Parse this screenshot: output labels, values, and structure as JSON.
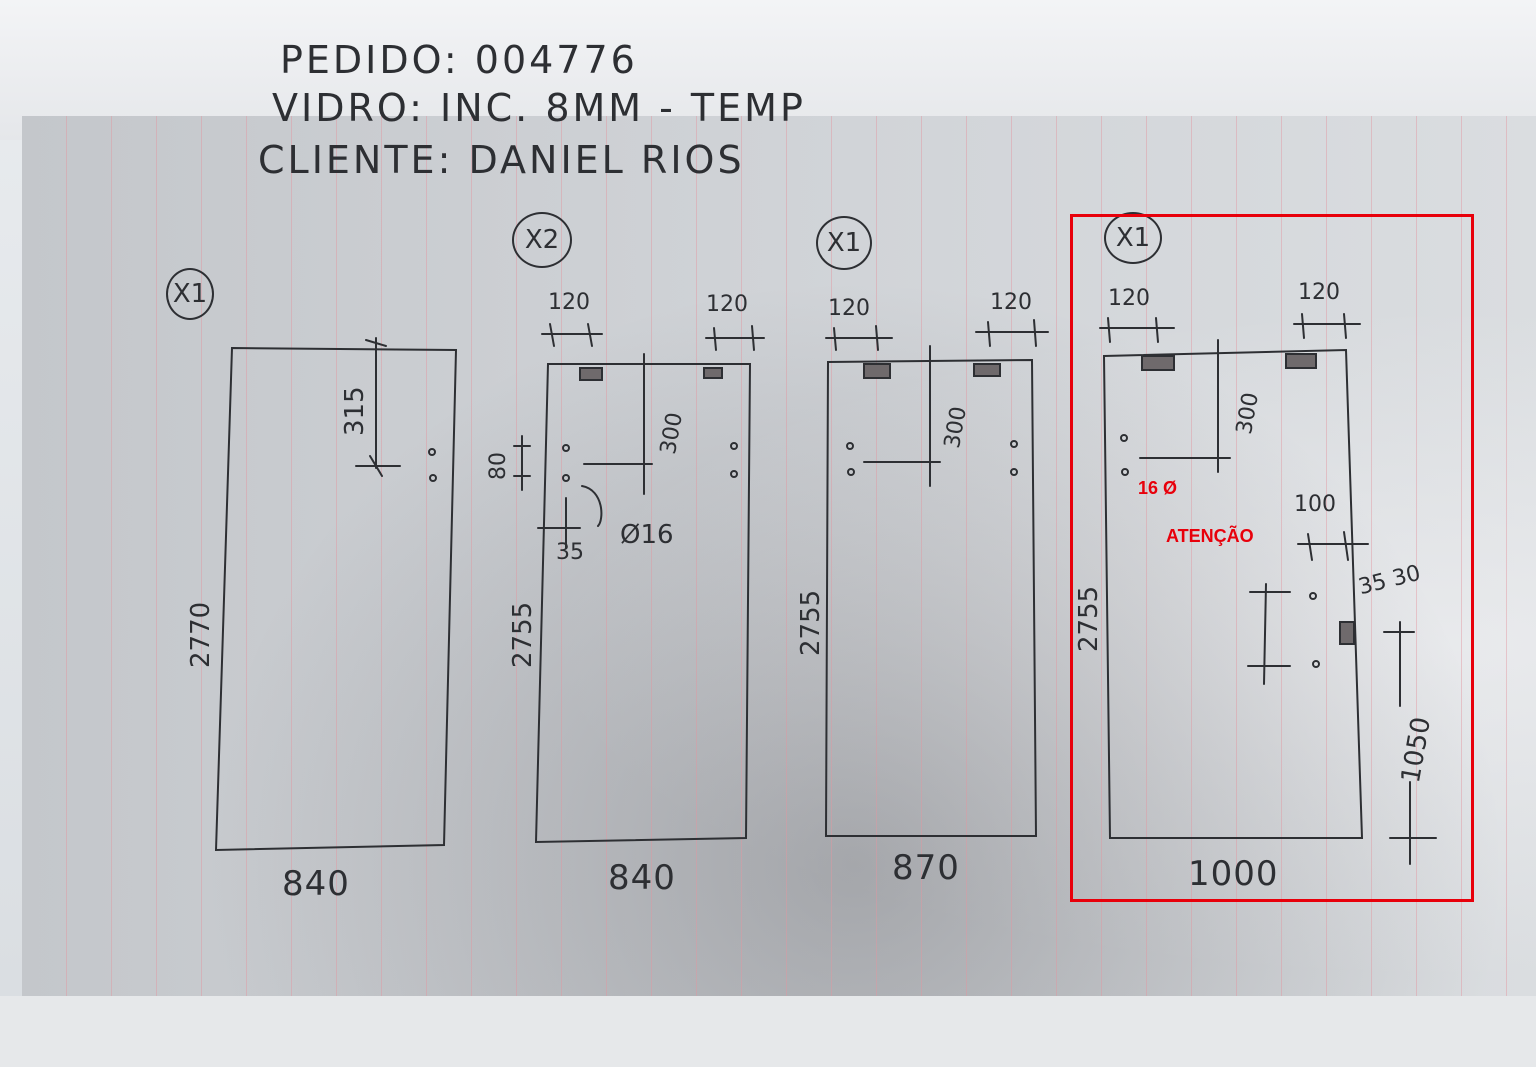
{
  "header": {
    "pedido": "PEDIDO: 004776",
    "vidro": "VIDRO: INC. 8MM - TEMP",
    "cliente": "CLIENTE: DANIEL RIOS"
  },
  "pieces": [
    {
      "qty": "X1",
      "height": "2770",
      "width": "840",
      "hole_offset": "315"
    },
    {
      "qty": "X2",
      "height": "2755",
      "width": "840",
      "left_notch": "120",
      "right_notch": "120",
      "top_offset": "300",
      "hole_spacing": "80",
      "edge_offset": "35",
      "hole_diameter": "Ø16"
    },
    {
      "qty": "X1",
      "height": "2755",
      "width": "870",
      "left_notch": "120",
      "right_notch": "120",
      "top_offset": "300"
    },
    {
      "qty": "X1",
      "height": "2755",
      "width": "1000",
      "left_notch": "120",
      "right_notch": "120",
      "top_offset": "300",
      "handle_offset": "100",
      "handle_gap": "35 30",
      "handle_height": "1050"
    }
  ],
  "annotations": {
    "diameter": "16 Ø",
    "warning": "ATENÇÃO",
    "color": "#e8000b"
  }
}
